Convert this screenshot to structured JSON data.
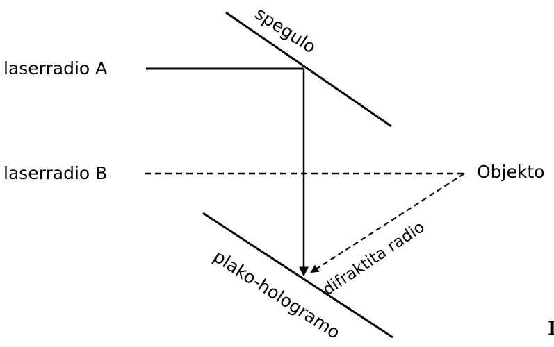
{
  "labels": {
    "laser_a": "laserradio A",
    "laser_b": "laserradio B",
    "mirror": "spegulo",
    "object": "Objekto",
    "diffracted_ray": "difraktita radio",
    "plate_hologram": "plako-hologramo",
    "corner_glyph": "I"
  }
}
